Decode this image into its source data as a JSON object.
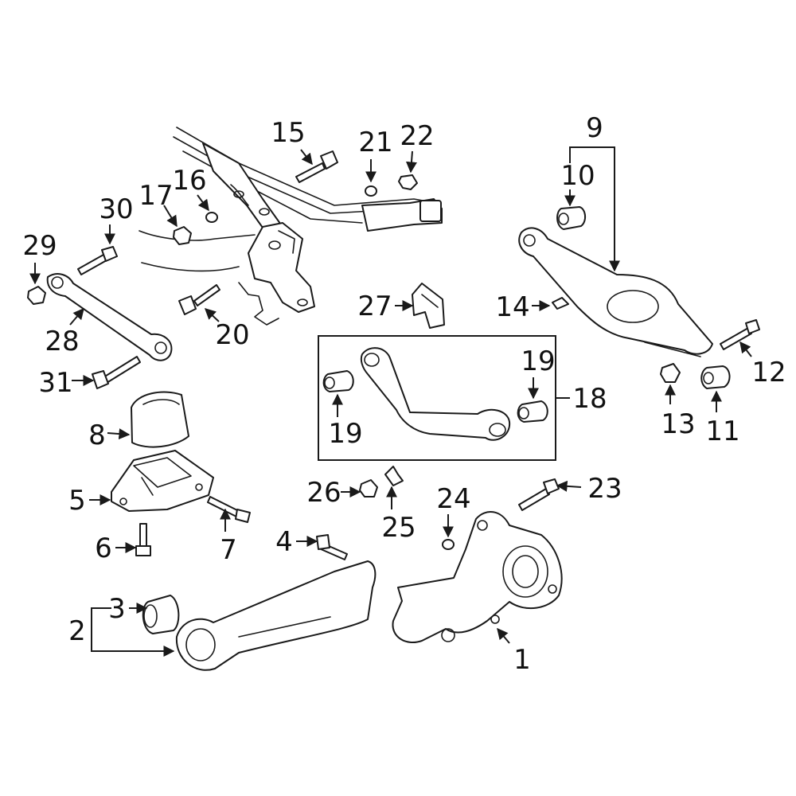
{
  "callouts": {
    "c1": "1",
    "c2": "2",
    "c3": "3",
    "c4": "4",
    "c5": "5",
    "c6": "6",
    "c7": "7",
    "c8": "8",
    "c9": "9",
    "c10": "10",
    "c11": "11",
    "c12": "12",
    "c13": "13",
    "c14": "14",
    "c15": "15",
    "c16": "16",
    "c17": "17",
    "c18": "18",
    "c19a": "19",
    "c19b": "19",
    "c20": "20",
    "c21": "21",
    "c22": "22",
    "c23": "23",
    "c24": "24",
    "c25": "25",
    "c26": "26",
    "c27": "27",
    "c28": "28",
    "c29": "29",
    "c30": "30",
    "c31": "31"
  }
}
